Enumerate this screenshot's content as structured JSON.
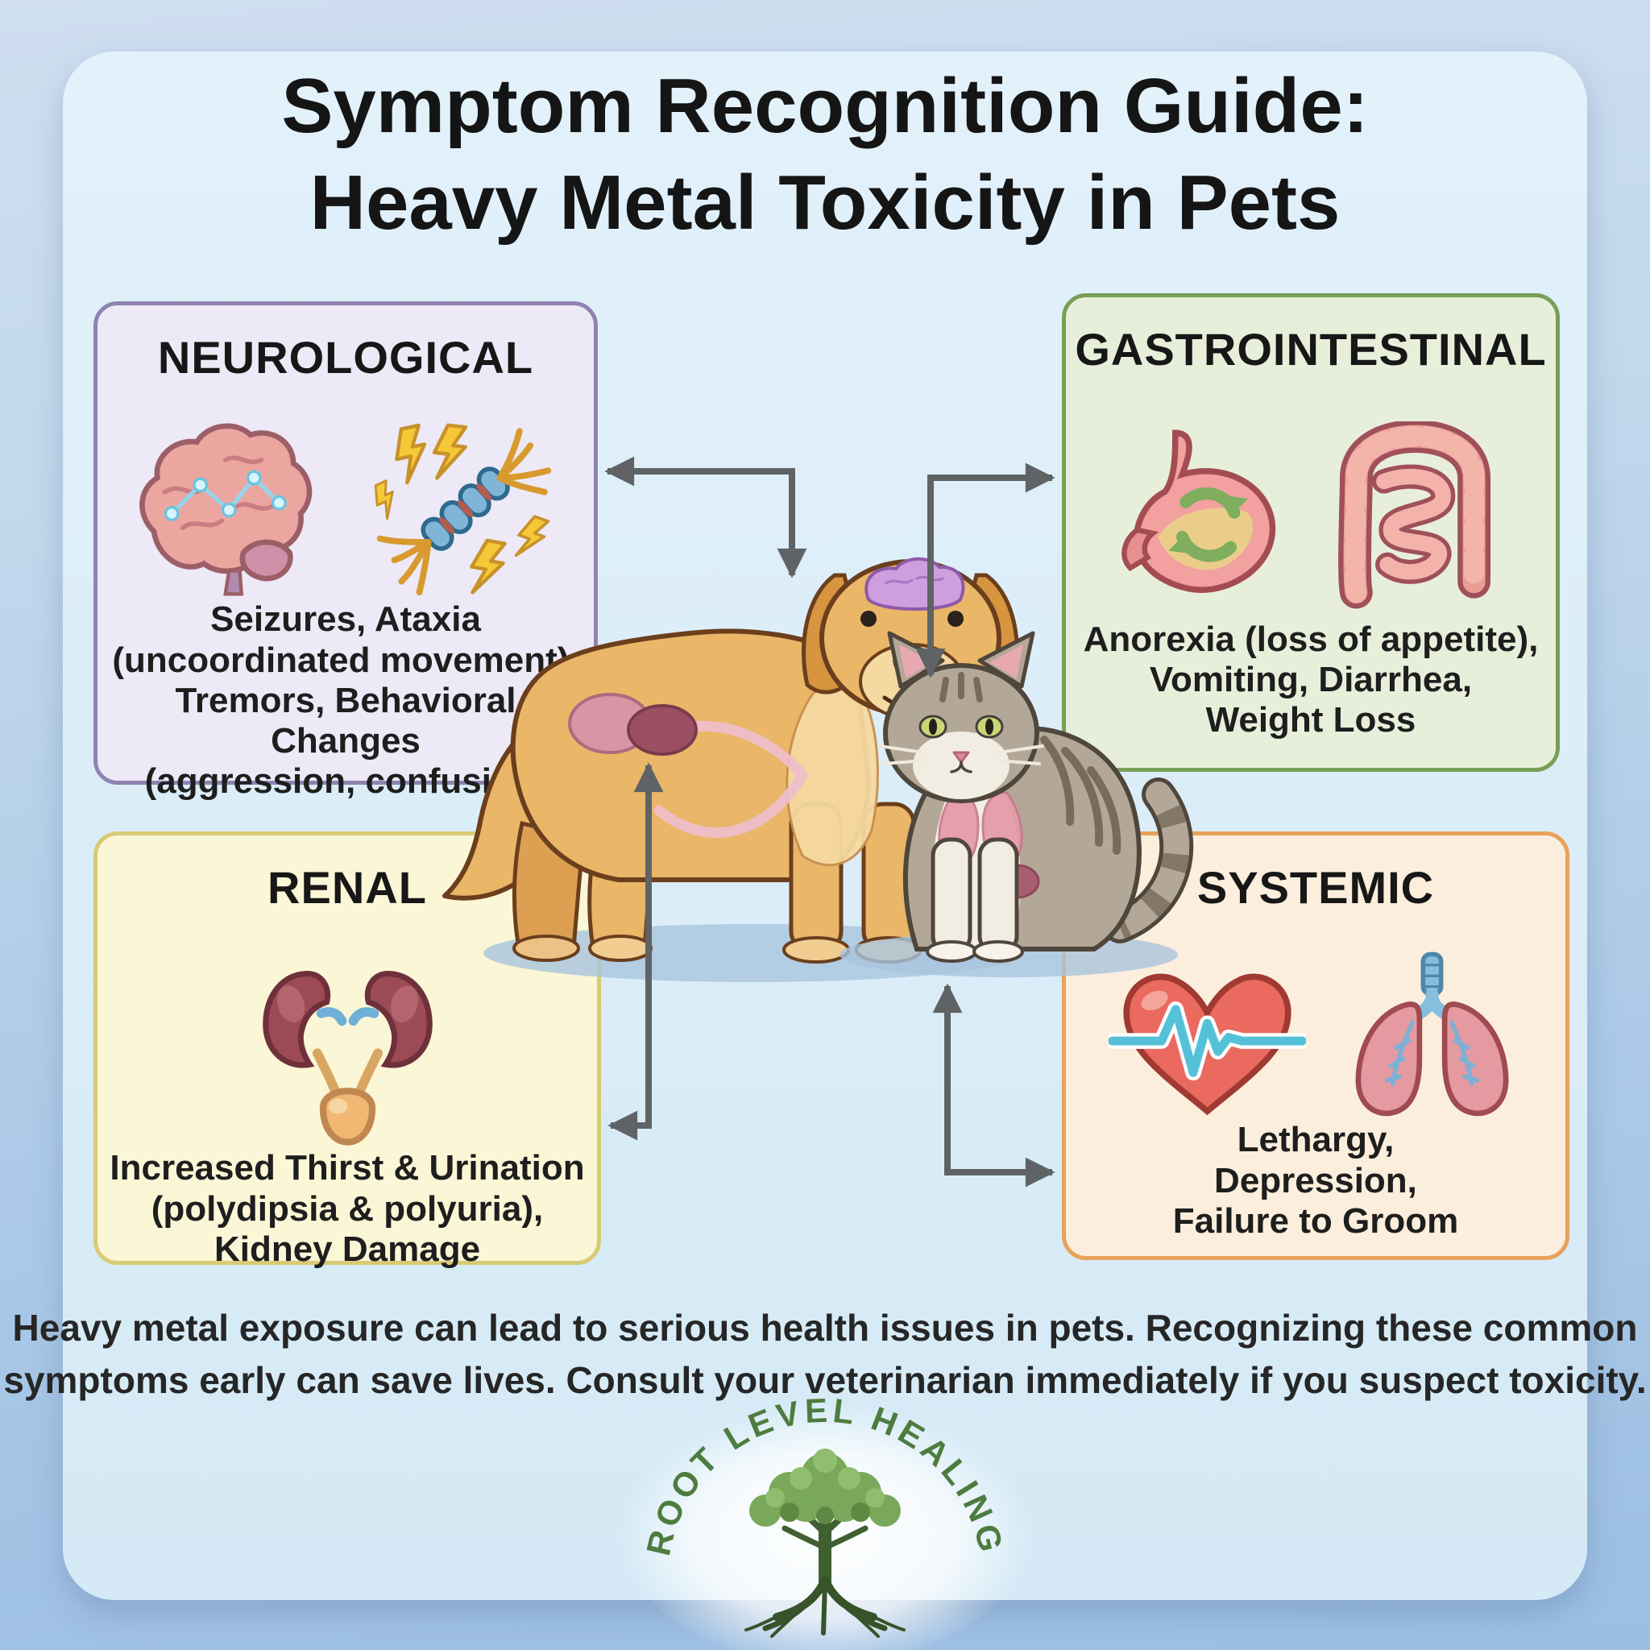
{
  "title": {
    "line1": "Symptom Recognition Guide:",
    "line2": "Heavy Metal Toxicity in Pets"
  },
  "boxes": {
    "neurological": {
      "title": "NEUROLOGICAL",
      "icons": [
        "brain-icon",
        "neuron-icon"
      ],
      "lines": [
        "Seizures, Ataxia",
        "(uncoordinated movement),",
        "Tremors, Behavioral Changes",
        "(aggression, confusion)"
      ],
      "fill": "#EDE9F6",
      "border": "#8F83B0"
    },
    "gastrointestinal": {
      "title": "GASTROINTESTINAL",
      "icons": [
        "stomach-icon",
        "intestines-icon"
      ],
      "lines": [
        "Anorexia (loss of appetite),",
        "Vomiting, Diarrhea,",
        "Weight Loss"
      ],
      "fill": "#E7EFDB",
      "border": "#78A055"
    },
    "renal": {
      "title": "RENAL",
      "icons": [
        "kidneys-bladder-icon"
      ],
      "lines": [
        "Increased Thirst & Urination",
        "(polydipsia & polyuria),",
        "Kidney Damage"
      ],
      "fill": "#FAF6D6",
      "border": "#D9CA74"
    },
    "systemic": {
      "title": "SYSTEMIC",
      "icons": [
        "heart-ekg-icon",
        "lungs-icon"
      ],
      "lines": [
        "Lethargy,",
        "Depression,",
        "Failure to Groom"
      ],
      "fill": "#FBEEDC",
      "border": "#E8A25C"
    }
  },
  "illustration": {
    "pets": [
      "golden-retriever-dog",
      "gray-tabby-cat"
    ],
    "connections": [
      "dog-brain to neurological-box",
      "cat-head to gastrointestinal-box",
      "dog-kidneys to renal-box",
      "cat-abdomen to systemic-box"
    ],
    "arrow_color": "#5F6366"
  },
  "footer": {
    "line1": "Heavy metal exposure can lead to serious health issues in pets. Recognizing these common",
    "line2": "symptoms early can save lives. Consult your veterinarian immediately if you suspect toxicity."
  },
  "logo": {
    "text": "ROOT LEVEL HEALING",
    "icon": "tree-with-roots-icon",
    "text_color": "#4D7C3F"
  },
  "colors": {
    "background_top": "#C9DCEE",
    "background_bottom": "#9BBEE2",
    "card": "#DDEEF8",
    "title_text": "#151515"
  }
}
